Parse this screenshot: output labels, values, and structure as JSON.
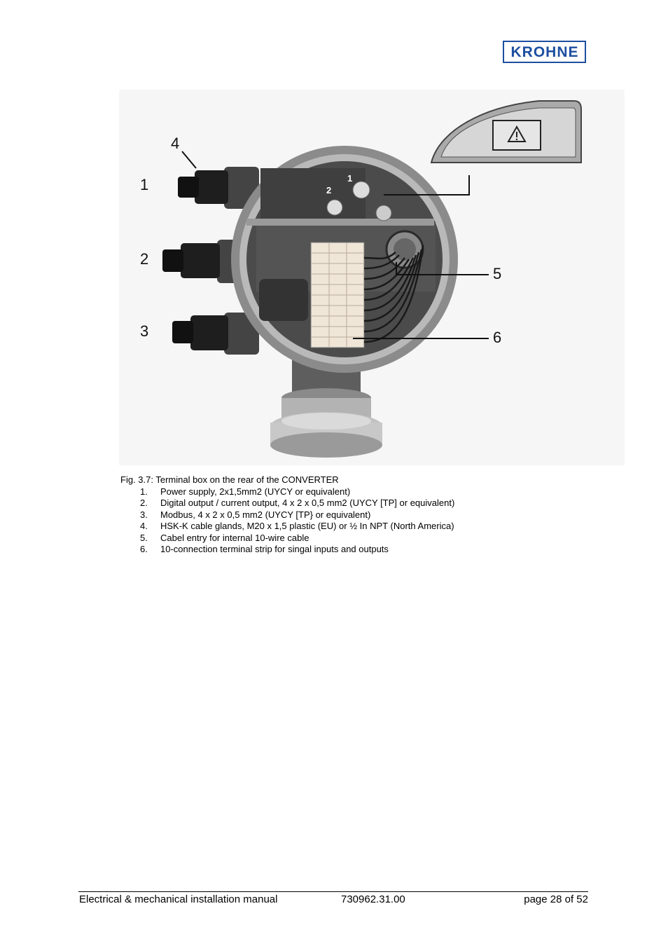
{
  "header": {
    "logo_text": "KROHNE",
    "brand_color": "#1d4fa0"
  },
  "figure": {
    "callouts": {
      "c1": "1",
      "c2": "2",
      "c3": "3",
      "c4": "4",
      "c5": "5",
      "c6": "6",
      "screw1": "1",
      "screw2": "2"
    },
    "warning_symbol": "warning-triangle-icon"
  },
  "caption": {
    "title": "Fig. 3.7: Terminal box on the rear of the CONVERTER",
    "items": [
      {
        "num": "1.",
        "text": "Power supply, 2x1,5mm2 (UYCY or equivalent)"
      },
      {
        "num": "2.",
        "text": "Digital output / current output, 4 x 2 x 0,5 mm2 (UYCY [TP] or equivalent)"
      },
      {
        "num": "3.",
        "text": "Modbus, 4 x 2 x 0,5 mm2 (UYCY [TP} or equivalent)"
      },
      {
        "num": "4.",
        "text": "HSK-K cable glands, M20 x 1,5 plastic (EU) or ½ In NPT (North America)"
      },
      {
        "num": "5.",
        "text": "Cabel entry for internal 10-wire cable"
      },
      {
        "num": "6.",
        "text": "10-connection terminal strip for singal inputs and outputs"
      }
    ]
  },
  "footer": {
    "left": "Electrical & mechanical installation manual",
    "center": "730962.31.00",
    "right": "page 28 of 52"
  }
}
